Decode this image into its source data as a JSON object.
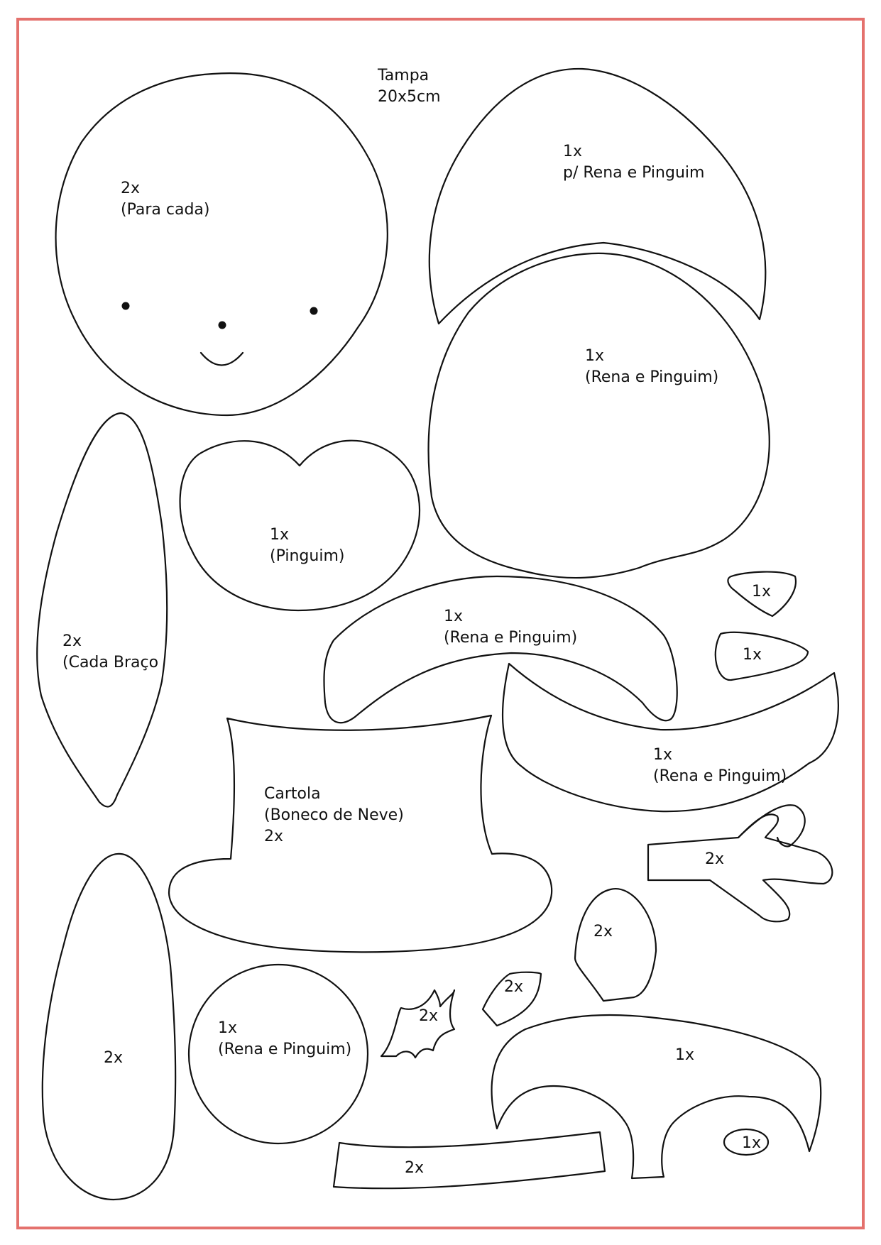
{
  "colors": {
    "border": "#e4716d",
    "outline": "#111111",
    "background": "#ffffff"
  },
  "header": {
    "line1": "Tampa",
    "line2": "20x5cm"
  },
  "pieces": {
    "head": {
      "line1": "2x",
      "line2": "(Para cada)"
    },
    "crescent": {
      "line1": "1x",
      "line2": "p/ Rena e Pinguim"
    },
    "body": {
      "line1": "1x",
      "line2": "(Rena e Pinguim)"
    },
    "face": {
      "line1": "1x",
      "line2": "(Pinguim)"
    },
    "arm": {
      "line1": "2x",
      "line2": "(Cada Braço"
    },
    "beak_top": {
      "label": "1x"
    },
    "beak_bottom": {
      "label": "1x"
    },
    "band_upper": {
      "line1": "1x",
      "line2": "(Rena e Pinguim)"
    },
    "band_lower": {
      "line1": "1x",
      "line2": "(Rena e Pinguim)"
    },
    "hat": {
      "line1": "Cartola",
      "line2": "(Boneco de Neve)",
      "line3": "2x"
    },
    "antler": {
      "label": "2x"
    },
    "ear": {
      "label": "2x"
    },
    "foot": {
      "label": "2x"
    },
    "circle": {
      "line1": "1x",
      "line2": "(Rena e Pinguim)"
    },
    "holly": {
      "label": "2x"
    },
    "small_leaf": {
      "label": "2x"
    },
    "hair": {
      "label": "1x"
    },
    "nose": {
      "label": "1x"
    },
    "strip": {
      "label": "2x"
    }
  }
}
